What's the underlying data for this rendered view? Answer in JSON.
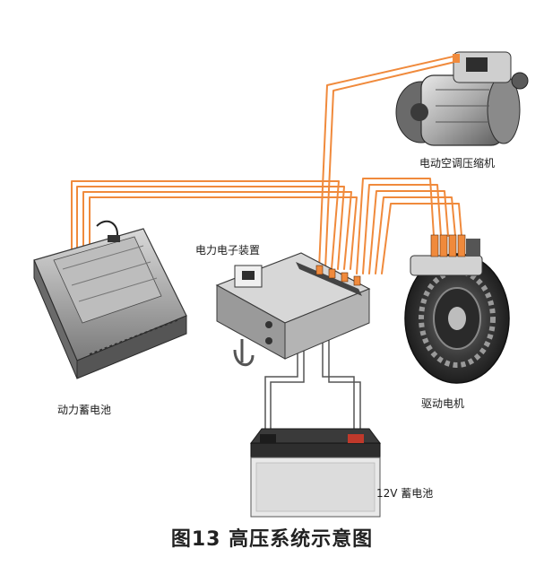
{
  "labels": {
    "ac_compressor": "电动空调压缩机",
    "power_electronics": "电力电子装置",
    "hv_battery": "动力蓄电池",
    "drive_motor": "驱动电机",
    "battery_12v": "12V 蓄电池"
  },
  "caption": "图13 高压系统示意图",
  "colors": {
    "hv_cable": "#f08a3c",
    "lv_cable": "#555555",
    "metal_dark": "#4a4a4a",
    "metal_light": "#cfcfcf"
  }
}
